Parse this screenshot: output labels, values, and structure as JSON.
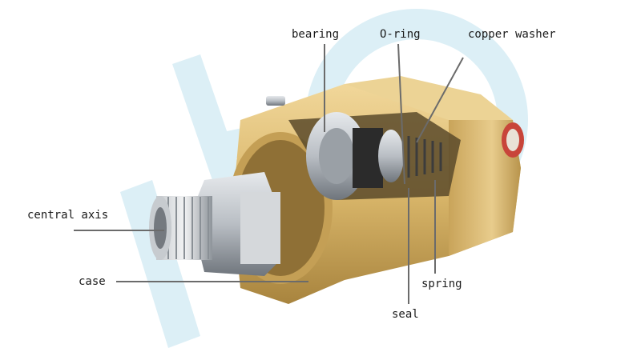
{
  "labels": {
    "bearing": "bearing",
    "o_ring": "O-ring",
    "copper_washer": "copper washer",
    "central_axis": "central axis",
    "case": "case",
    "spring": "spring",
    "seal": "seal"
  },
  "colors": {
    "brass": "#d9b66a",
    "brass_dark": "#a8843e",
    "steel": "#b9bec4",
    "steel_dark": "#6f757c",
    "watermark": "#dceff6",
    "leader": "#6b6b6b",
    "red_cap": "#c8453a"
  }
}
